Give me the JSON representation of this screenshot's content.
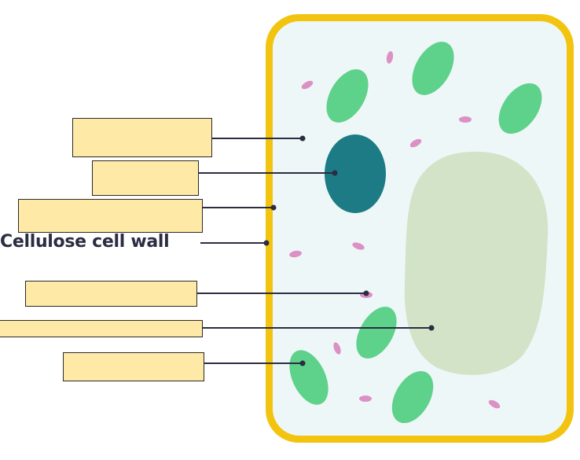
{
  "diagram": {
    "visible_label": "Cellulose cell wall",
    "colors": {
      "cell_wall": "#f2c40f",
      "cytoplasm": "#eef7f8",
      "nucleus": "#1c7b84",
      "chloroplast": "#5ed18a",
      "vacuole": "#d3e3c8",
      "mitochondrion": "#dc91c4",
      "answer_box": "#fee9a6",
      "leader_line": "#2b2d42"
    },
    "answer_boxes": [
      {
        "id": "box-1",
        "text": ""
      },
      {
        "id": "box-2",
        "text": ""
      },
      {
        "id": "box-3",
        "text": ""
      },
      {
        "id": "box-5",
        "text": ""
      },
      {
        "id": "box-6",
        "text": ""
      },
      {
        "id": "box-7",
        "text": ""
      }
    ]
  }
}
